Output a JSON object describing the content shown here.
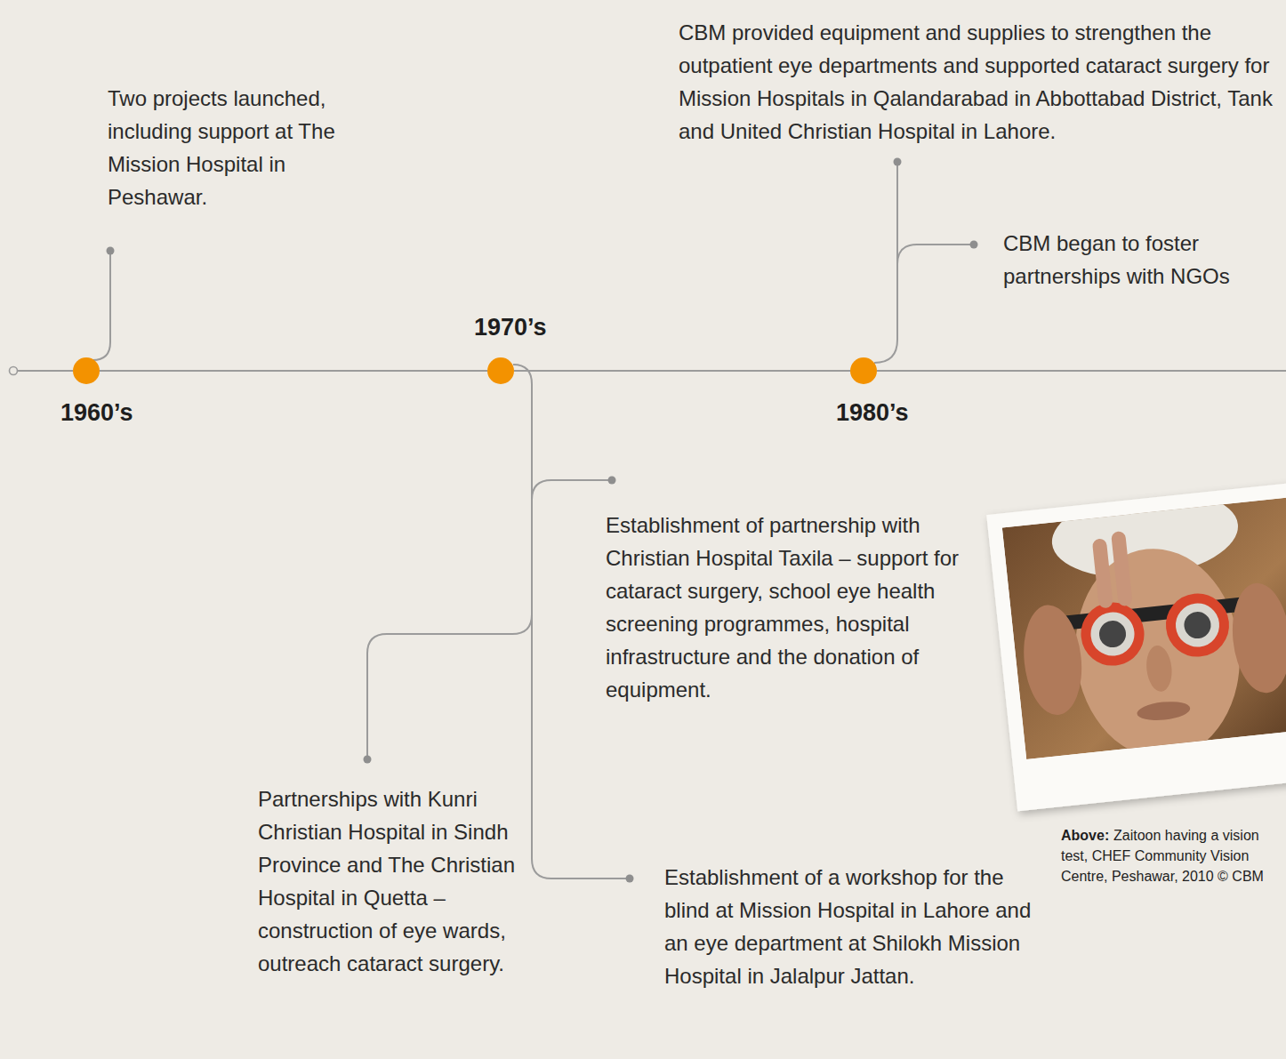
{
  "diagram": {
    "nodes": [
      {
        "text": [
          "1960’s"
        ]
      },
      {
        "text": [
          "1970’s"
        ]
      },
      {
        "text": [
          "1980’s"
        ]
      }
    ],
    "edges": [
      {
        "from": 0,
        "to": 1,
        "arrow": "none"
      },
      {
        "from": 1,
        "to": 2,
        "arrow": "none"
      }
    ],
    "labels": [
      "Two projects launched, including support at The Mission Hospital in Peshawar.",
      "CBM provided equipment and supplies to strengthen the outpatient eye departments and supported cataract surgery for Mission Hospitals in Qalandarabad in Abbottabad District, Tank and United Christian Hospital in Lahore.",
      "CBM began to foster partnerships with NGOs",
      "Establishment of partnership with Christian Hospital Taxila – support for cataract surgery, school eye health screening programmes, hospital infrastructure and the donation of equipment.",
      "Partnerships with Kunri Christian Hospital in Sindh Province and The Christian Hospital in Quetta – construction of eye wards, outreach cataract surgery.",
      "Establishment of a workshop for the blind at Mission Hospital in Lahore and an eye department at Shilokh Mission Hospital in Jalalpur Jattan.",
      "Above:",
      "Zaitoon having a vision test, CHEF Community Vision Centre, Peshawar, 2010 © CBM"
    ]
  }
}
